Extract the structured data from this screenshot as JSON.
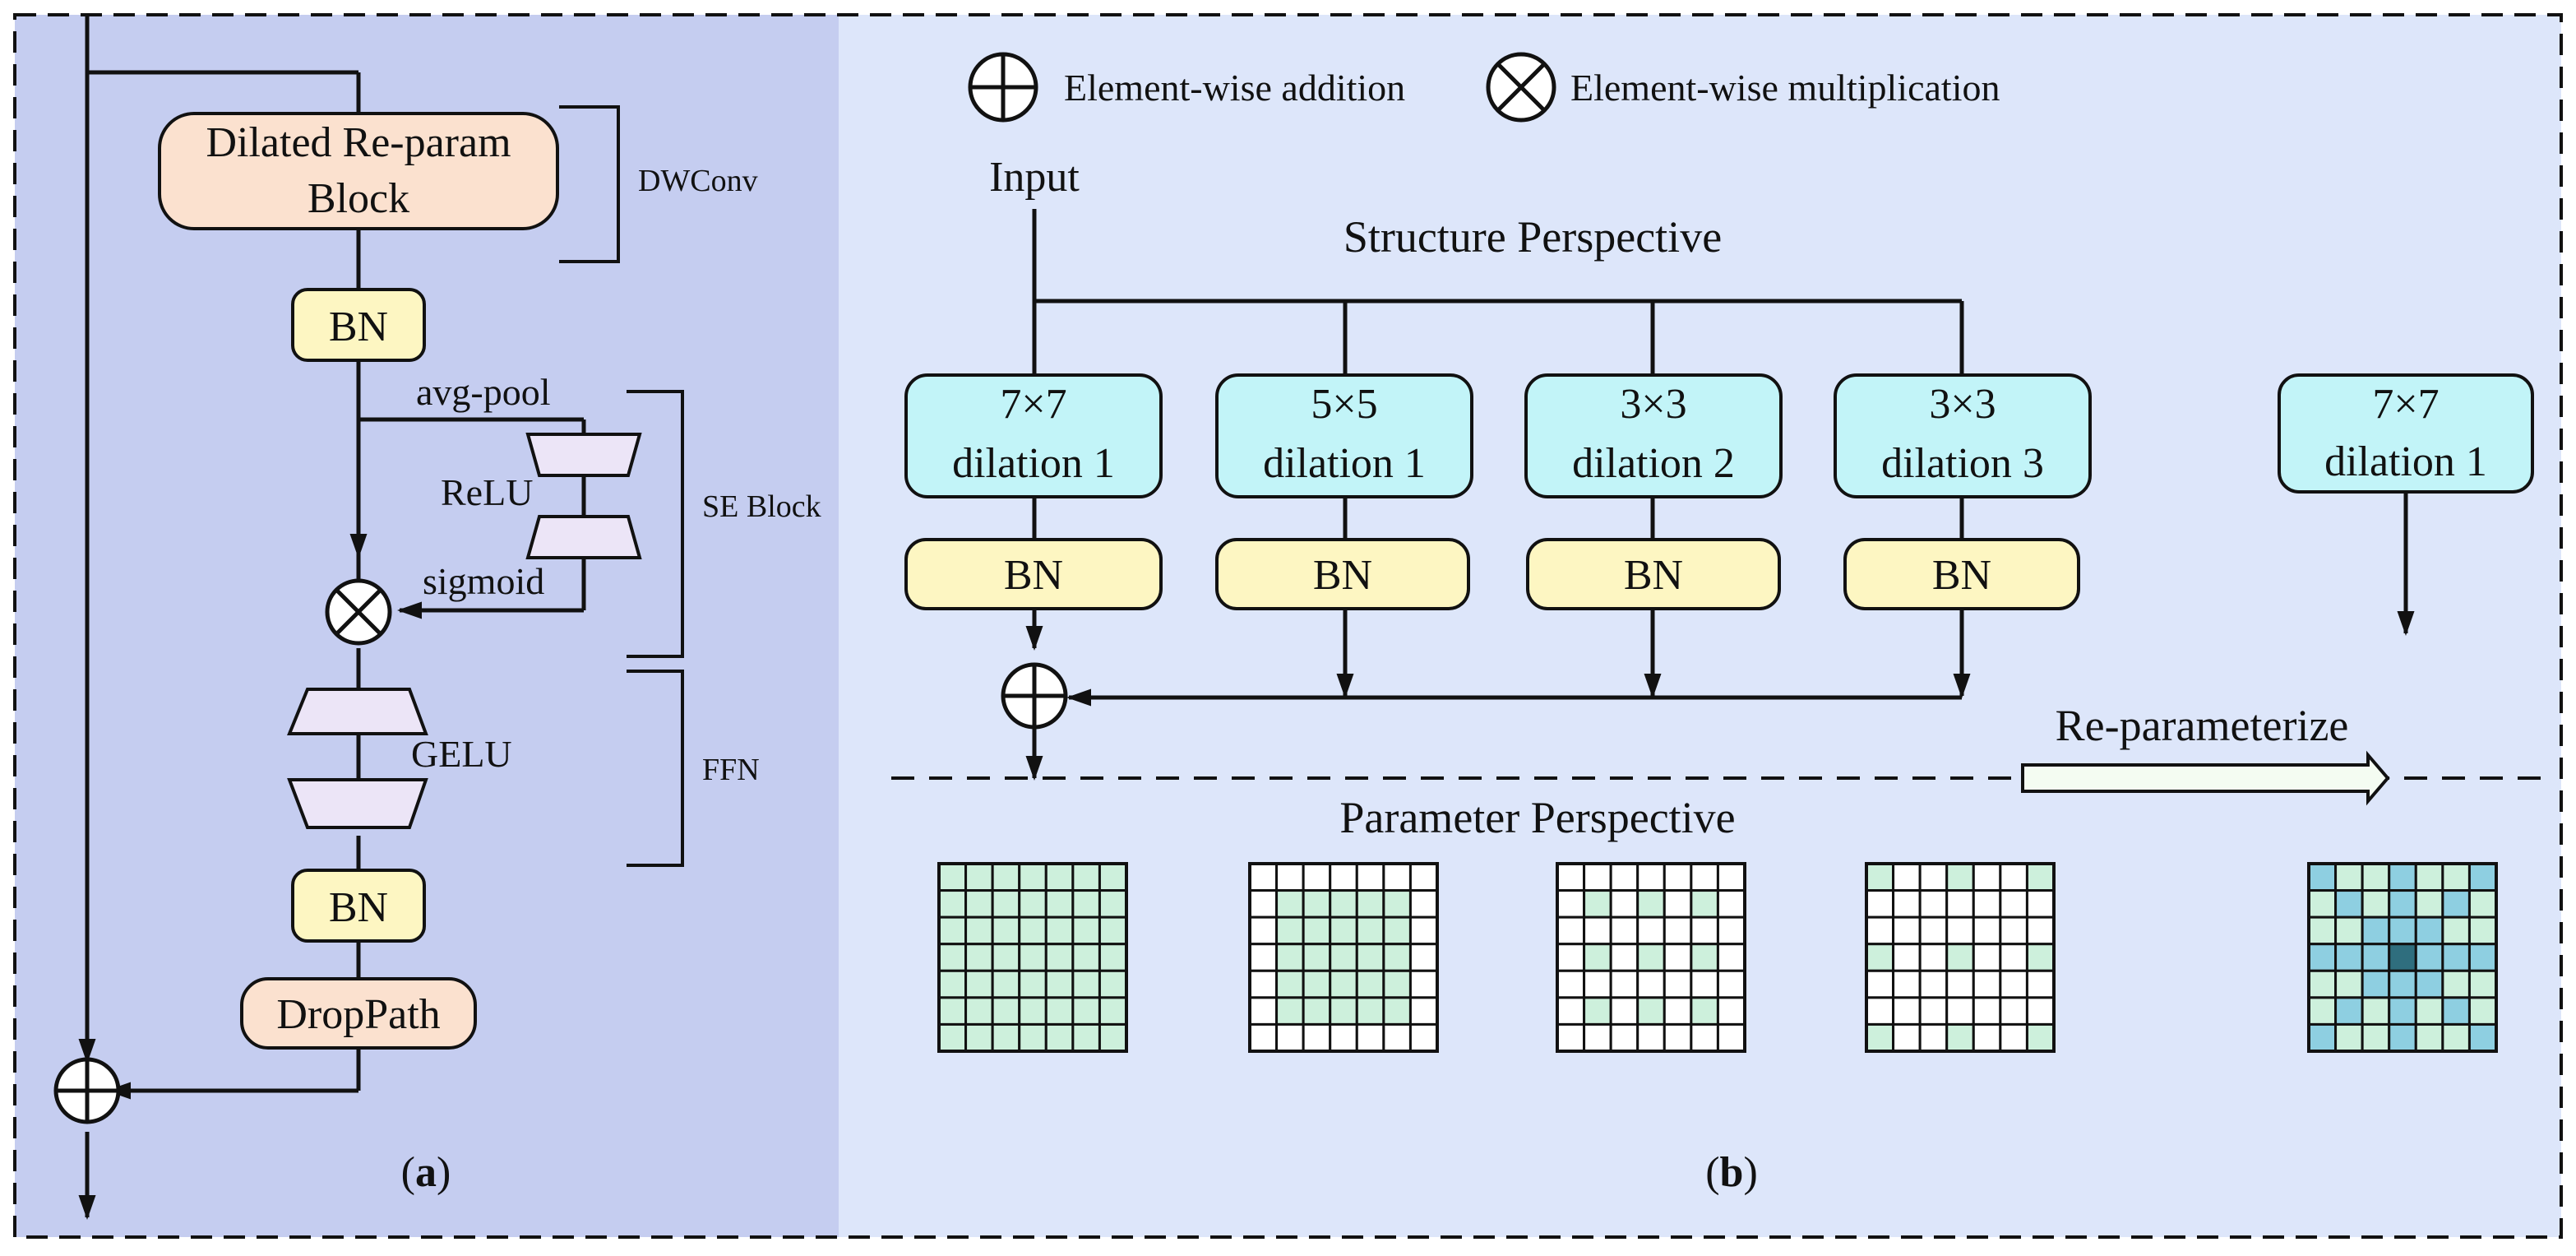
{
  "legend": {
    "addition": "Element-wise addition",
    "multiplication": "Element-wise multiplication"
  },
  "panel_a": {
    "label_open": "(",
    "label_letter": "a",
    "label_close": ")",
    "dilated_block_line1": "Dilated Re-param",
    "dilated_block_line2": "Block",
    "dwconv": "DWConv",
    "bn_top": "BN",
    "avg_pool": "avg-pool",
    "relu": "ReLU",
    "sigmoid": "sigmoid",
    "se_block": "SE Block",
    "gelu": "GELU",
    "ffn": "FFN",
    "bn_bottom": "BN",
    "droppath": "DropPath"
  },
  "panel_b": {
    "label_open": "(",
    "label_letter": "b",
    "label_close": ")",
    "input": "Input",
    "structure_title": "Structure Perspective",
    "parameter_title": "Parameter Perspective",
    "reparam": "Re-parameterize",
    "branches": [
      {
        "line1": "7×7",
        "line2": "dilation 1",
        "bn": "BN"
      },
      {
        "line1": "5×5",
        "line2": "dilation 1",
        "bn": "BN"
      },
      {
        "line1": "3×3",
        "line2": "dilation 2",
        "bn": "BN"
      },
      {
        "line1": "3×3",
        "line2": "dilation 3",
        "bn": "BN"
      }
    ],
    "merged": {
      "line1": "7×7",
      "line2": "dilation 1"
    }
  },
  "colors": {
    "panel_a_bg": "#c5cdf0",
    "panel_b_bg": "#dde6fa",
    "orange_box": "#fbe1cf",
    "yellow_box": "#fdf6c2",
    "cyan_box": "#c2f4f8",
    "lavender": "#ece5f7",
    "kernel_green": "#cdf0dc",
    "kernel_blue": "#8ecfe1",
    "kernel_dark": "#2f6e7e"
  }
}
